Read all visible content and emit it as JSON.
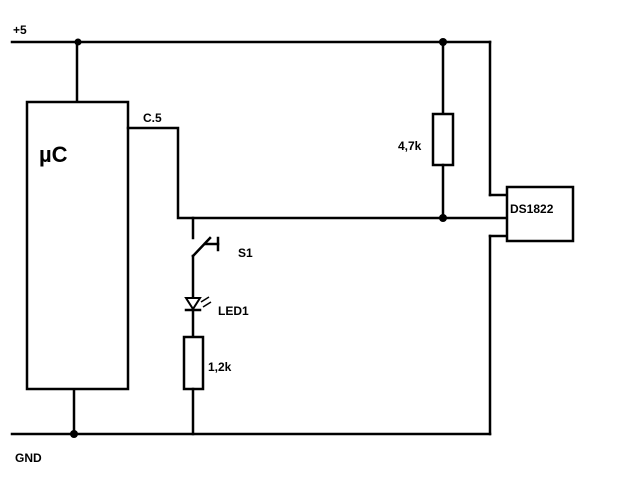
{
  "labels": {
    "supply": "+5",
    "ground": "GND",
    "mcu": "µC",
    "pin": "C.5",
    "pullup": "4,7k",
    "sensor": "DS1822",
    "switch": "S1",
    "led": "LED1",
    "resistor": "1,2k"
  }
}
